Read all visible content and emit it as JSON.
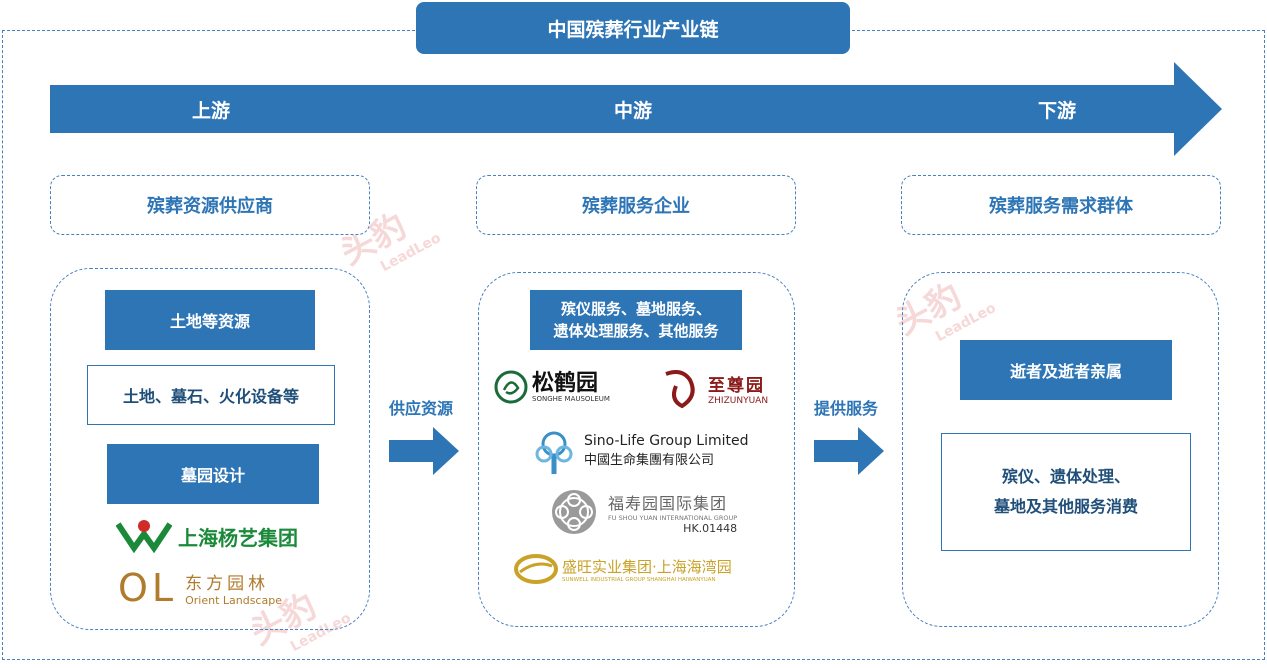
{
  "title": "中国殡葬行业产业链",
  "stages": [
    "上游",
    "中游",
    "下游"
  ],
  "categories": {
    "upstream": "殡葬资源供应商",
    "midstream": "殡葬服务企业",
    "downstream": "殡葬服务需求群体"
  },
  "upstream": {
    "resources_label": "土地等资源",
    "resources_detail": "土地、墓石、火化设备等",
    "design_label": "墓园设计",
    "logo1": "上海杨艺集团",
    "logo2_cn": "东方园林",
    "logo2_en": "Orient Landscape",
    "logo2_mark": "OL"
  },
  "flow1": "供应资源",
  "flow2": "提供服务",
  "midstream": {
    "services": "殡仪服务、墓地服务、\n遗体处理服务、其他服务",
    "songhe_cn": "松鹤园",
    "songhe_en": "SONGHE MAUSOLEUM",
    "zhizun_cn": "至尊园",
    "zhizun_en": "ZHIZUNYUAN",
    "sinolife_en": "Sino-Life Group Limited",
    "sinolife_cn": "中國生命集團有限公司",
    "fushou_cn": "福寿园国际集团",
    "fushou_en": "FU SHOU YUAN INTERNATIONAL GROUP",
    "fushou_code": "HK.01448",
    "shengwang_cn": "盛旺实业集团·上海海湾园",
    "shengwang_en": "SUNWELL INDUSTRIAL GROUP SHANGHAI HAIWANYUAN"
  },
  "downstream": {
    "group_label": "逝者及逝者亲属",
    "consumption": "殡仪、遗体处理、\n墓地及其他服务消费"
  },
  "watermark": {
    "cn": "头豹",
    "en": "LeadLeo"
  },
  "colors": {
    "primary": "#2e75b6",
    "dashed": "#4a7fbd",
    "text_dark": "#1f4e79"
  }
}
